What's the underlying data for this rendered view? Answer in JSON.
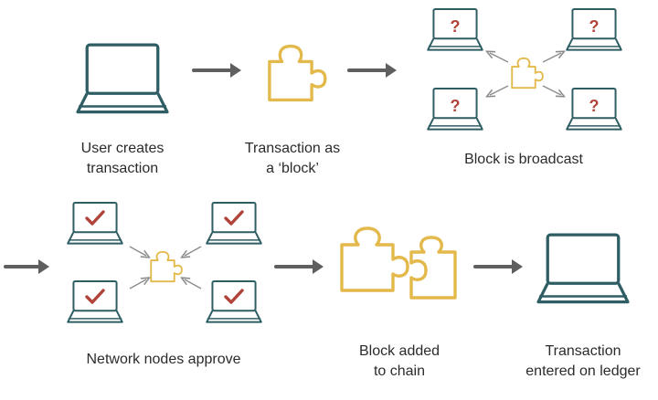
{
  "colors": {
    "laptop": "#2e5d63",
    "puzzle": "#e3b94b",
    "arrow": "#5f5f5f",
    "small_arrow": "#8c8c8c",
    "question_mark": "#b0433a",
    "check_mark": "#b0433a",
    "text": "#2b2b2b"
  },
  "icons": {
    "question": "?"
  },
  "steps": [
    {
      "label_lines": [
        "User creates",
        "transaction"
      ]
    },
    {
      "label_lines": [
        "Transaction as",
        "a ‘block’"
      ]
    },
    {
      "label_lines": [
        "Block is broadcast"
      ]
    },
    {
      "label_lines": [
        "Network nodes approve"
      ]
    },
    {
      "label_lines": [
        "Block added",
        "to chain"
      ]
    },
    {
      "label_lines": [
        "Transaction",
        "entered on ledger"
      ]
    }
  ]
}
